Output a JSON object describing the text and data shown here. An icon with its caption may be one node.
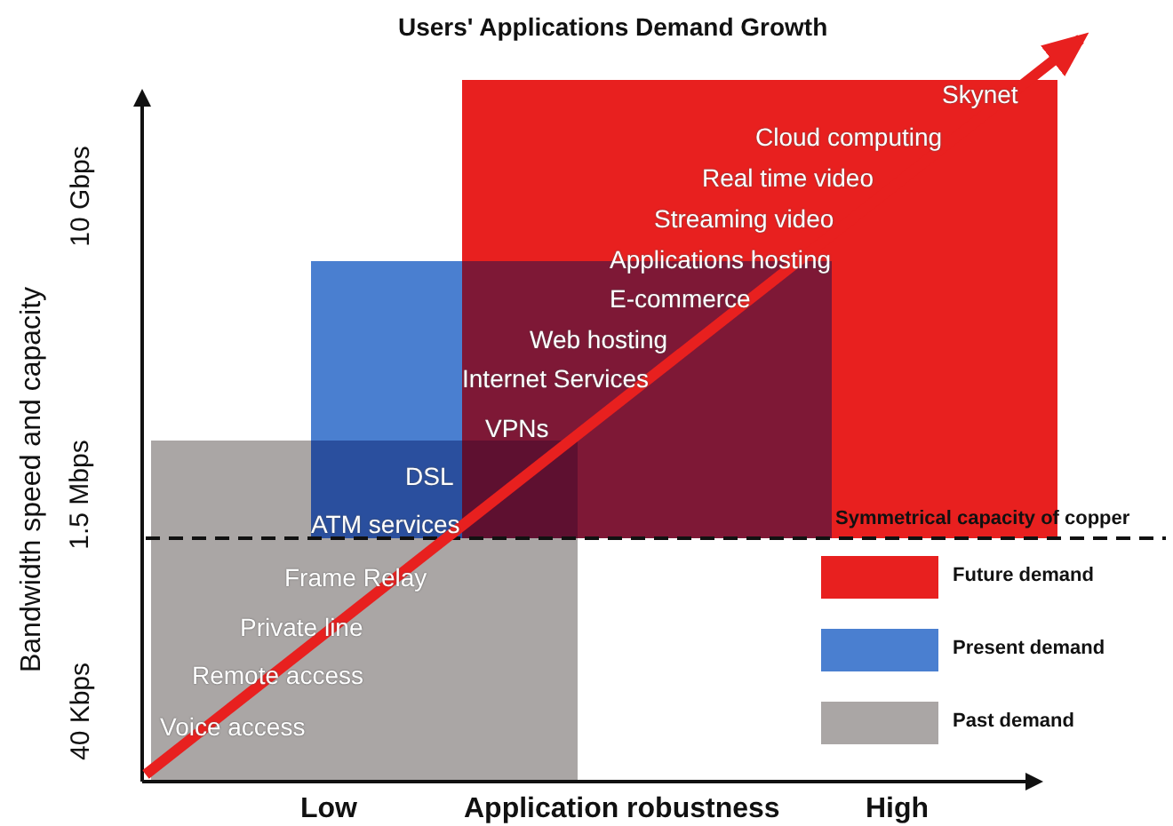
{
  "diagram": {
    "title": "Users' Applications Demand Growth",
    "labels": [
      "Bandwidth speed and capacity",
      "10 Gbps",
      "1.5 Mbps",
      "40 Kbps",
      "Skynet",
      "Cloud computing",
      "Real time video",
      "Streaming video",
      "Applications hosting",
      "E-commerce",
      "Web hosting",
      "Internet Services",
      "VPNs",
      "DSL",
      "ATM services",
      "Symmetrical capacity of copper",
      "Frame Relay",
      "Private line",
      "Remote access",
      "Voice access",
      "Low",
      "Application robustness",
      "High"
    ],
    "legend": [
      {
        "text": "Future demand",
        "color": "#e8201f"
      },
      {
        "text": "Present demand",
        "color": "#4a7fd0"
      },
      {
        "text": "Past demand",
        "color": "#aaa6a5"
      }
    ]
  }
}
